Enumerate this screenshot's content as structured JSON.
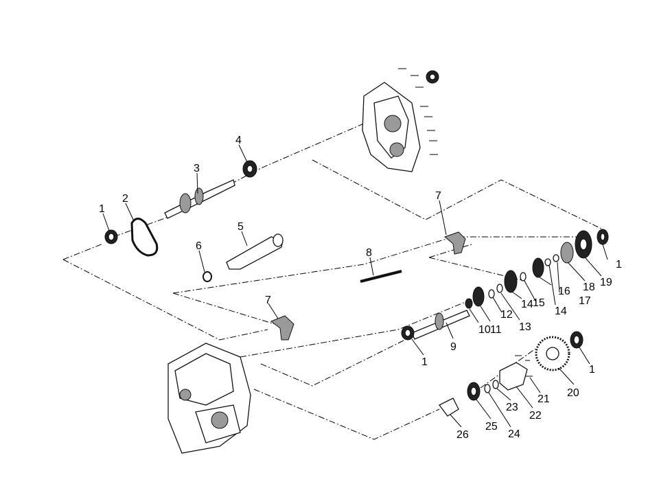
{
  "callouts": {
    "c1a": "1",
    "c2": "2",
    "c3": "3",
    "c4": "4",
    "c5": "5",
    "c6": "6",
    "c7a": "7",
    "c1b": "1",
    "c19": "19",
    "c18": "18",
    "c17": "17",
    "c16": "16",
    "c15": "15",
    "c14a": "14",
    "c14b": "14",
    "c13": "13",
    "c12": "12",
    "c11": "11",
    "c10": "10",
    "c8": "8",
    "c7b": "7",
    "c9": "9",
    "c1c": "1",
    "c1d": "1",
    "c20": "20",
    "c21": "21",
    "c22": "22",
    "c23": "23",
    "c24": "24",
    "c25": "25",
    "c26": "26"
  }
}
